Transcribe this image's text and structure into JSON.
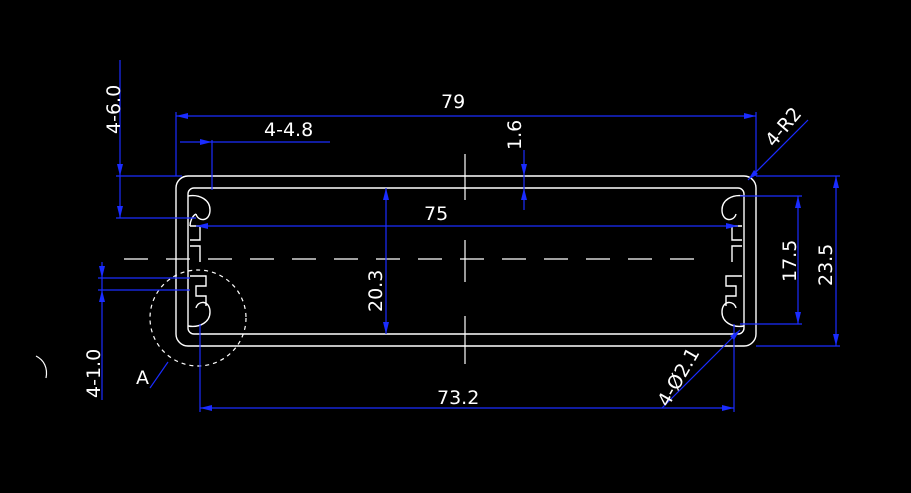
{
  "drawing": {
    "dims": {
      "overall_width": "79",
      "slot_width": "4-4.8",
      "wall": "1.6",
      "radius": "4-R2",
      "overall_height": "23.5",
      "inner_height": "17.5",
      "inner_width": "75",
      "cavity_height": "20.3",
      "hole_span": "73.2",
      "hole_dia": "4-Ø2.1",
      "left_slot": "4-6.0",
      "slot_gap": "4-1.0",
      "detail": "A"
    },
    "colors": {
      "background": "#000000",
      "dimension": "#1a2cff",
      "outline": "#ffffff"
    }
  }
}
